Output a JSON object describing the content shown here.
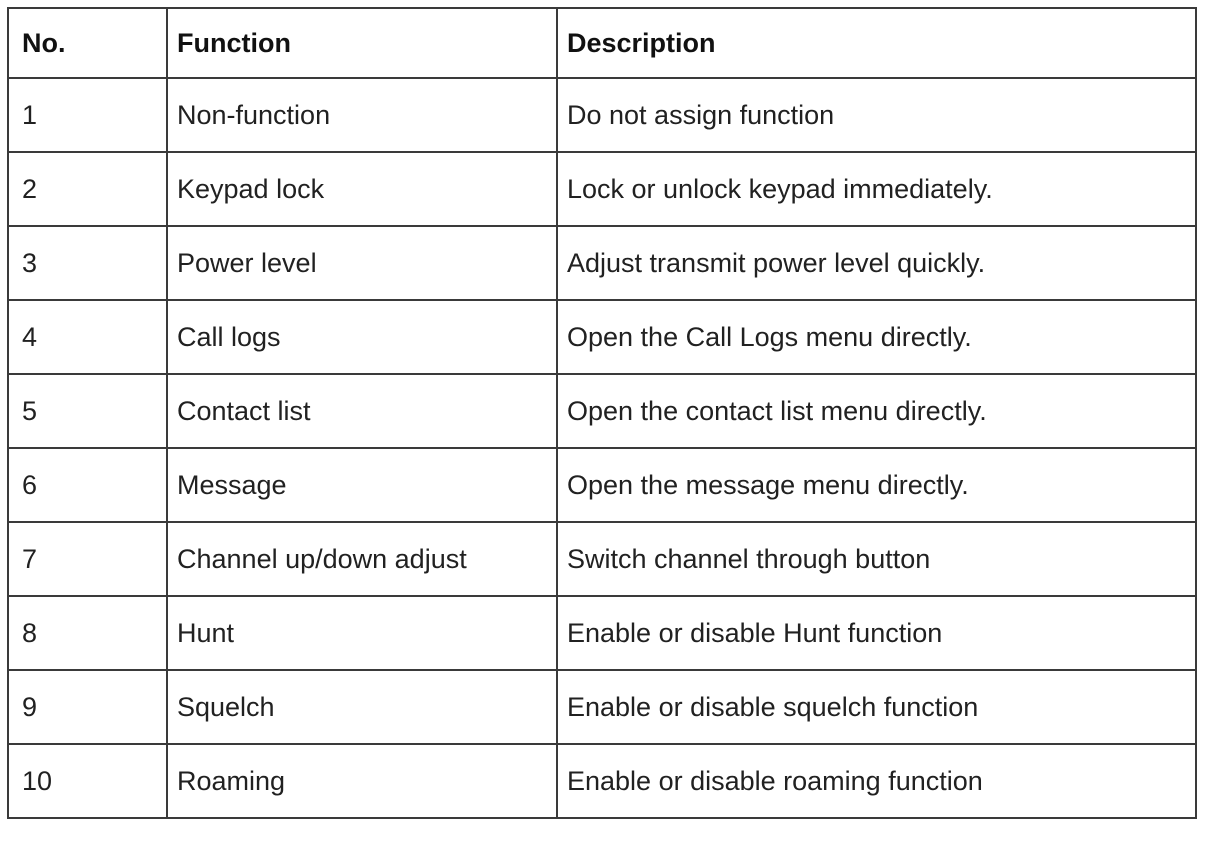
{
  "table": {
    "columns": {
      "no": "No.",
      "function": "Function",
      "description": "Description"
    },
    "rows": [
      {
        "no": "1",
        "function": "Non-function",
        "description": "Do not assign function"
      },
      {
        "no": "2",
        "function": "Keypad lock",
        "description": "Lock or unlock keypad immediately."
      },
      {
        "no": "3",
        "function": "Power level",
        "description": "Adjust transmit power level quickly."
      },
      {
        "no": "4",
        "function": "Call logs",
        "description": "Open the Call Logs menu directly."
      },
      {
        "no": "5",
        "function": "Contact list",
        "description": "Open the contact list menu directly."
      },
      {
        "no": "6",
        "function": "Message",
        "description": "Open the message menu directly."
      },
      {
        "no": "7",
        "function": "Channel up/down adjust",
        "description": "Switch channel through button"
      },
      {
        "no": "8",
        "function": "Hunt",
        "description": "Enable or disable Hunt function"
      },
      {
        "no": "9",
        "function": "Squelch",
        "description": "Enable or disable squelch function"
      },
      {
        "no": "10",
        "function": "Roaming",
        "description": "Enable or disable roaming function"
      }
    ],
    "colors": {
      "border": "#3a3a3a",
      "text": "#212121",
      "background": "#ffffff"
    }
  }
}
